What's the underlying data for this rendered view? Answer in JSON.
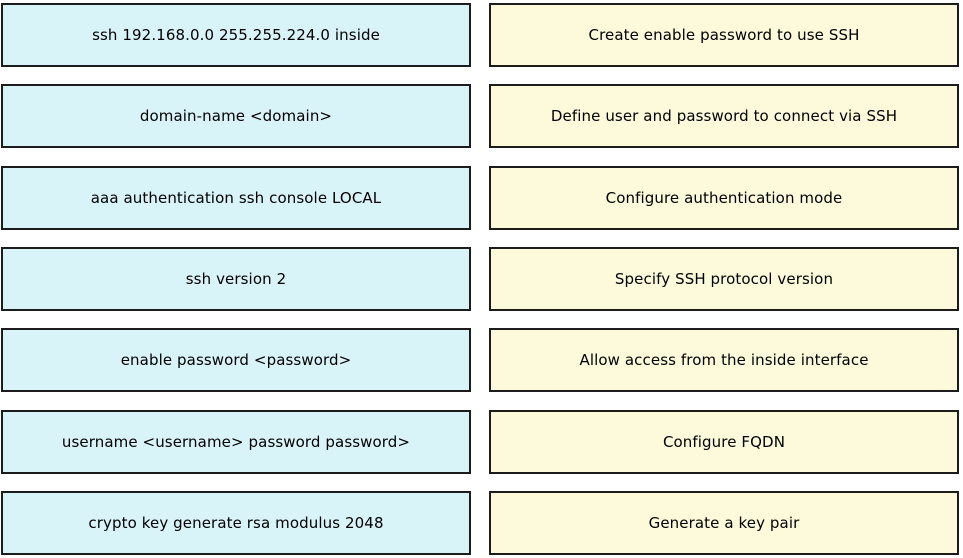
{
  "colors": {
    "command_bg": "#d9f4f8",
    "description_bg": "#fcfada",
    "border": "#1c1c1c",
    "text": "#000000"
  },
  "rows": [
    {
      "command": "ssh 192.168.0.0 255.255.224.0 inside",
      "description": "Create enable password to use SSH"
    },
    {
      "command": "domain-name <domain>",
      "description": "Define user and password to connect via SSH"
    },
    {
      "command": "aaa authentication ssh console LOCAL",
      "description": "Configure authentication mode"
    },
    {
      "command": "ssh version 2",
      "description": "Specify SSH protocol version"
    },
    {
      "command": "enable password <password>",
      "description": "Allow access from the inside interface"
    },
    {
      "command": "username <username> password password>",
      "description": "Configure FQDN"
    },
    {
      "command": "crypto key generate rsa modulus 2048",
      "description": "Generate a key pair"
    }
  ]
}
